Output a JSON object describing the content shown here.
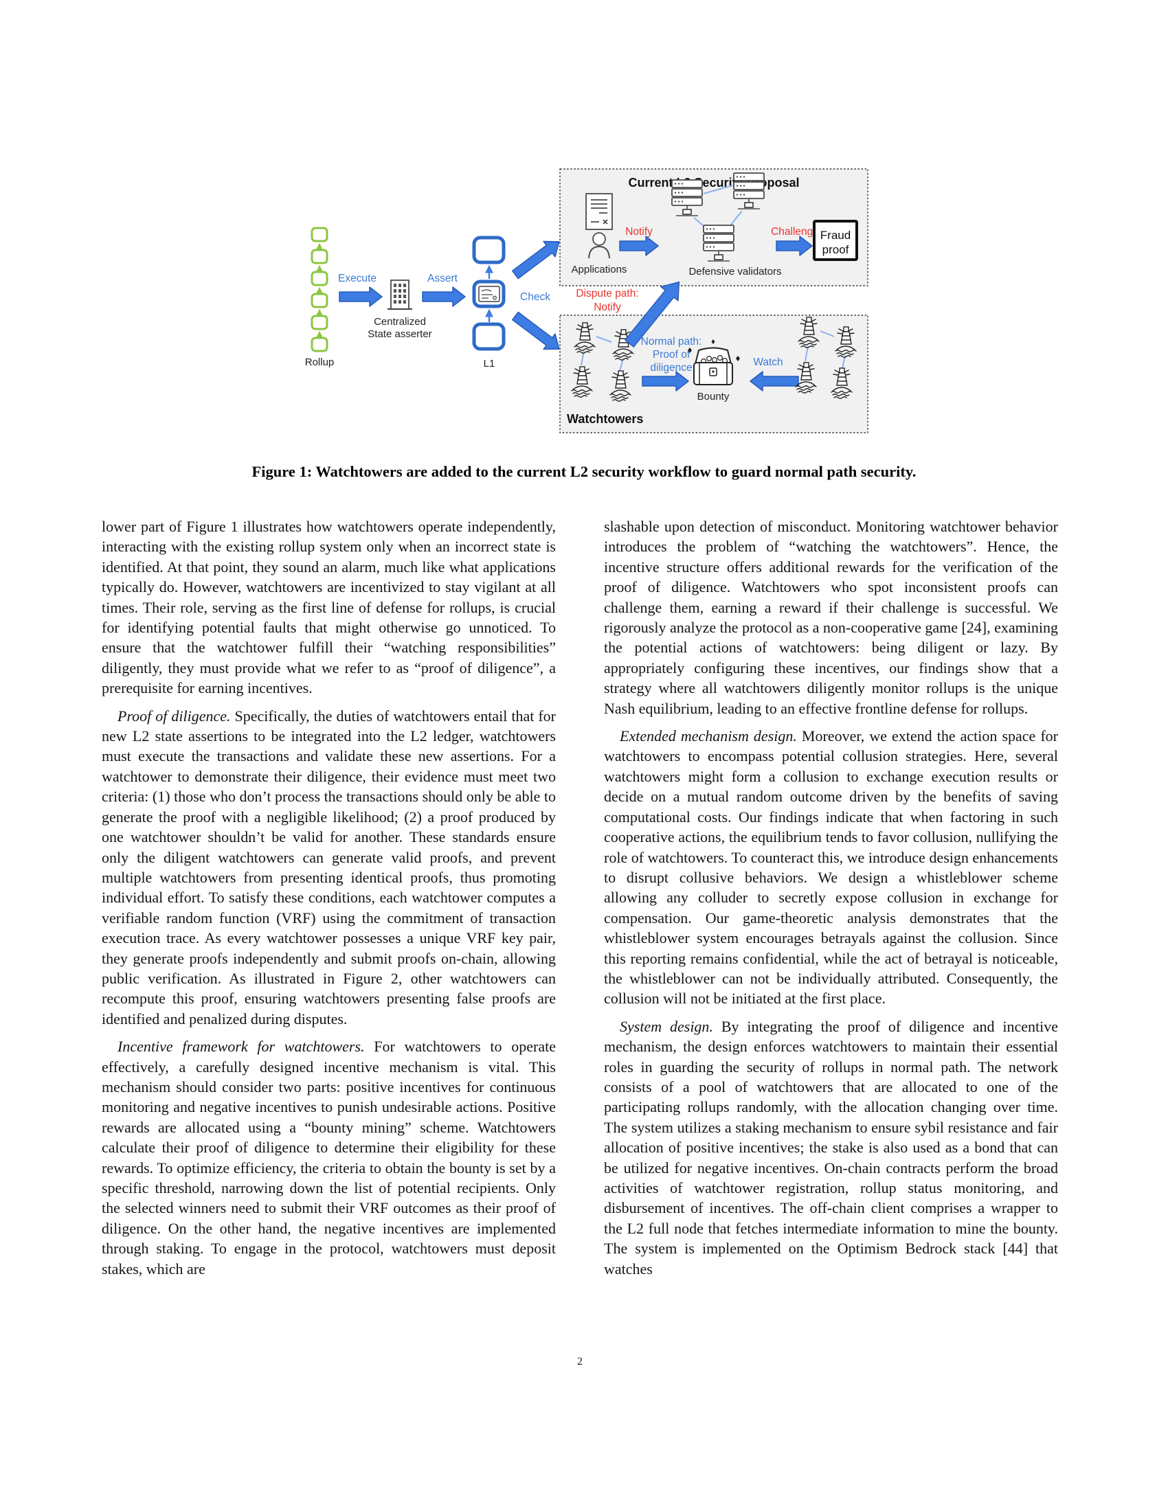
{
  "page": {
    "number": "2"
  },
  "figure": {
    "caption": "Figure 1: Watchtowers are added to the current L2 security workflow to guard normal path security.",
    "labels": {
      "rollup": "Rollup",
      "asserter_line1": "Centralized",
      "asserter_line2": "State asserter",
      "l1": "L1",
      "execute": "Execute",
      "assert": "Assert",
      "check": "Check",
      "dispute1": "Dispute path:",
      "dispute2": "Notify",
      "upper_title": "Current L2 Security Proposal",
      "applications": "Applications",
      "notify": "Notify",
      "validators": "Defensive validators",
      "challenge": "Challenge",
      "fraud1": "Fraud",
      "fraud2": "proof",
      "normal1": "Normal path:",
      "normal2": "Proof of",
      "normal3": "diligence",
      "watch": "Watch",
      "bounty": "Bounty",
      "watchtowers": "Watchtowers"
    },
    "colors": {
      "rollup_green": "#8dc63f",
      "l1_blue": "#2e6bc8",
      "arrow_blue": "#3d7ce2",
      "label_blue": "#3a7bd5",
      "label_red": "#e6342c",
      "box_fill": "#f1f1f2"
    }
  },
  "body": {
    "left_column": [
      {
        "lead": "",
        "text": "lower part of Figure 1 illustrates how watchtowers operate independently, interacting with the existing rollup system only when an incorrect state is identified. At that point, they sound an alarm, much like what applications typically do. However, watchtowers are incentivized to stay vigilant at all times. Their role, serving as the first line of defense for rollups, is crucial for identifying potential faults that might otherwise go unnoticed. To ensure that the watchtower fulfill their “watching responsibilities” diligently, they must provide what we refer to as “proof of diligence”, a prerequisite for earning incentives."
      },
      {
        "lead": "Proof of diligence.",
        "text": "Specifically, the duties of watchtowers entail that for new L2 state assertions to be integrated into the L2 ledger, watchtowers must execute the transactions and validate these new assertions. For a watchtower to demonstrate their diligence, their evidence must meet two criteria: (1) those who don’t process the transactions should only be able to generate the proof with a negligible likelihood; (2) a proof produced by one watchtower shouldn’t be valid for another. These standards ensure only the diligent watchtowers can generate valid proofs, and prevent multiple watchtowers from presenting identical proofs, thus promoting individual effort. To satisfy these conditions, each watchtower computes a verifiable random function (VRF) using the commitment of transaction execution trace. As every watchtower possesses a unique VRF key pair, they generate proofs independently and submit proofs on-chain, allowing public verification. As illustrated in Figure 2, other watchtowers can recompute this proof, ensuring watchtowers presenting false proofs are identified and penalized during disputes."
      },
      {
        "lead": "Incentive framework for watchtowers.",
        "text": "For watchtowers to operate effectively, a carefully designed incentive mechanism is vital. This mechanism should consider two parts: positive incentives for continuous monitoring and negative incentives to punish undesirable actions. Positive rewards are allocated using a “bounty mining” scheme. Watchtowers calculate their proof of diligence to determine their eligibility for these rewards. To optimize efficiency, the criteria to obtain the bounty is set by a specific threshold, narrowing down the list of potential recipients. Only the selected winners need to submit their VRF outcomes as their proof of diligence. On the other hand, the negative incentives are implemented through staking. To engage in the protocol, watchtowers must deposit stakes, which are"
      }
    ],
    "right_column": [
      {
        "lead": "",
        "text": "slashable upon detection of misconduct. Monitoring watchtower behavior introduces the problem of “watching the watchtowers”. Hence, the incentive structure offers additional rewards for the verification of the proof of diligence. Watchtowers who spot inconsistent proofs can challenge them, earning a reward if their challenge is successful. We rigorously analyze the protocol as a non-cooperative game [24], examining the potential actions of watchtowers: being diligent or lazy. By appropriately configuring these incentives, our findings show that a strategy where all watchtowers diligently monitor rollups is the unique Nash equilibrium, leading to an effective frontline defense for rollups."
      },
      {
        "lead": "Extended mechanism design.",
        "text": "Moreover, we extend the action space for watchtowers to encompass potential collusion strategies. Here, several watchtowers might form a collusion to exchange execution results or decide on a mutual random outcome driven by the benefits of saving computational costs. Our findings indicate that when factoring in such cooperative actions, the equilibrium tends to favor collusion, nullifying the role of watchtowers. To counteract this, we introduce design enhancements to disrupt collusive behaviors. We design a whistleblower scheme allowing any colluder to secretly expose collusion in exchange for compensation. Our game-theoretic analysis demonstrates that the whistleblower system encourages betrayals against the collusion. Since this reporting remains confidential, while the act of betrayal is noticeable, the whistleblower can not be individually attributed. Consequently, the collusion will not be initiated at the first place."
      },
      {
        "lead": "System design.",
        "text": "By integrating the proof of diligence and incentive mechanism, the design enforces watchtowers to maintain their essential roles in guarding the security of rollups in normal path. The network consists of a pool of watchtowers that are allocated to one of the participating rollups randomly, with the allocation changing over time. The system utilizes a staking mechanism to ensure sybil resistance and fair allocation of positive incentives; the stake is also used as a bond that can be utilized for negative incentives. On-chain contracts perform the broad activities of watchtower registration, rollup status monitoring, and disbursement of incentives. The off-chain client comprises a wrapper to the L2 full node that fetches intermediate information to mine the bounty. The system is implemented on the Optimism Bedrock stack [44] that watches"
      }
    ]
  }
}
